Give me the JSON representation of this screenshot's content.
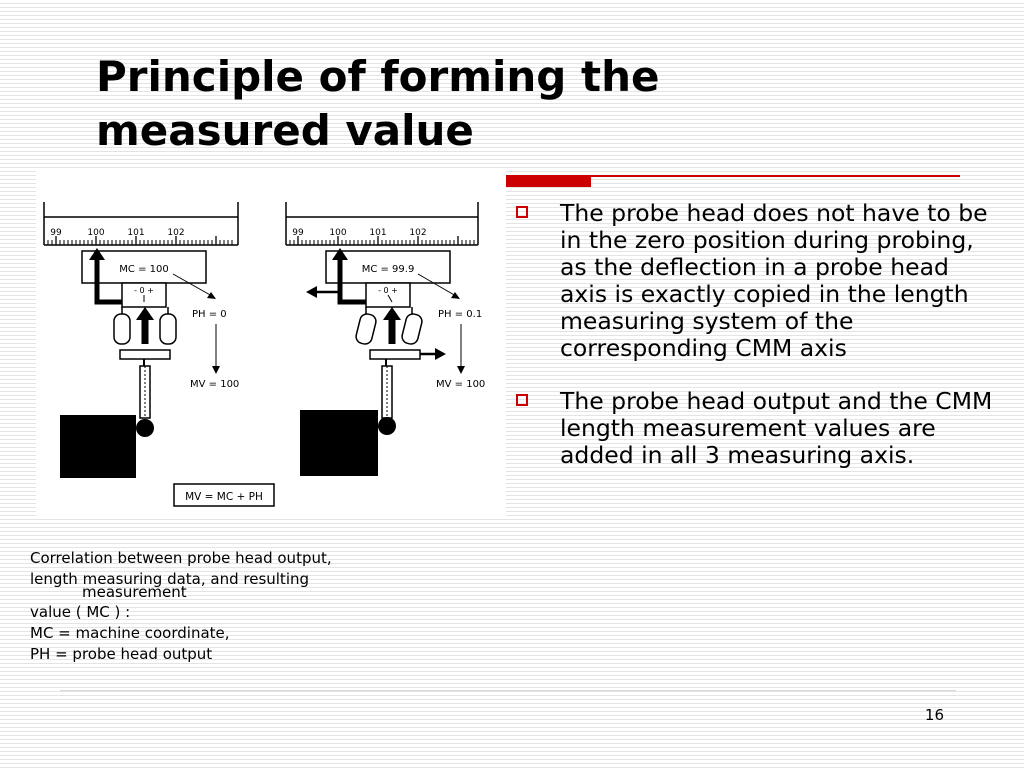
{
  "slide": {
    "title_line1": "Principle of forming the",
    "title_line2": "measured value",
    "bullets": [
      {
        "text": "The probe head does not have to be in the zero position during probing, as the deflection in a probe head axis is exactly copied in the length measuring system of the corresponding CMM axis"
      },
      {
        "text": "The probe head output and the CMM length measurement values are added in all 3 measuring axis."
      }
    ],
    "caption": {
      "line1": "Correlation between probe head output,",
      "line2": "length measuring data, and resulting",
      "line3": "measurement",
      "line4": "value ( MC ) :",
      "line5": "MC = machine coordinate,",
      "line6": "PH = probe head output"
    },
    "page_number": "16",
    "accent_color": "#cc0000"
  },
  "figure": {
    "scale_left": {
      "t1": "99",
      "t2": "100",
      "t3": "101",
      "t4": "102"
    },
    "scale_right": {
      "t1": "99",
      "t2": "100",
      "t3": "101",
      "t4": "102"
    },
    "left": {
      "mc": "MC = 100",
      "zero": "- 0 +",
      "ph": "PH = 0",
      "mv": "MV = 100"
    },
    "right": {
      "mc": "MC = 99.9",
      "zero": "- 0 +",
      "ph": "PH = 0.1",
      "mv": "MV = 100"
    },
    "formula": "MV = MC + PH"
  }
}
